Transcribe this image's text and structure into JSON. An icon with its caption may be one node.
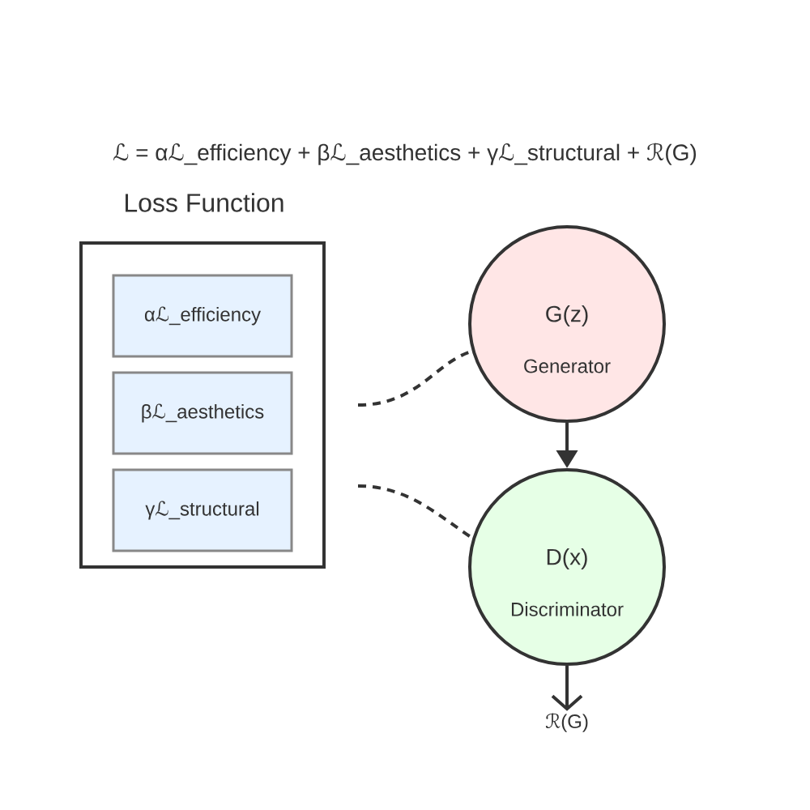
{
  "diagram": {
    "title": "ℒ = αℒ_efficiency + βℒ_aesthetics + γℒ_structural + ℛ(G)",
    "nodes": [
      {
        "text": [
          "Loss Function"
        ]
      },
      {
        "text": [
          "αℒ_efficiency"
        ],
        "in": 0
      },
      {
        "text": [
          "βℒ_aesthetics"
        ],
        "in": 0
      },
      {
        "text": [
          "γℒ_structural"
        ],
        "in": 0
      },
      {
        "text": [
          "G(z)",
          "Generator"
        ]
      },
      {
        "text": [
          "D(x)",
          "Discriminator"
        ]
      },
      {
        "text": [
          "ℛ(G)"
        ]
      }
    ],
    "edges": [
      {
        "from": 4,
        "to": 5,
        "arrow": "to"
      },
      {
        "from": 5,
        "to": 6,
        "arrow": "to"
      },
      {
        "from": 0,
        "to": 4,
        "arrow": "none",
        "style": "dashed"
      },
      {
        "from": 0,
        "to": 5,
        "arrow": "none",
        "style": "dashed"
      }
    ]
  }
}
